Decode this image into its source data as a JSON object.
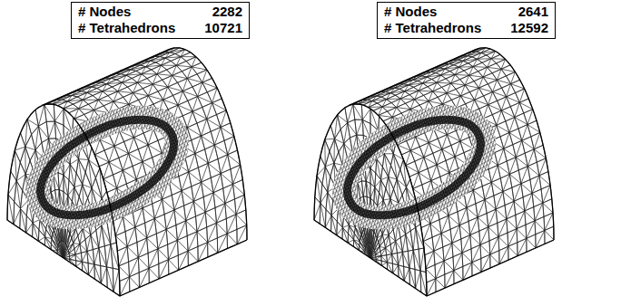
{
  "diagram": {
    "nodes": [
      {
        "text": [
          "# Nodes",
          "2282",
          "# Tetrahedrons",
          "10721"
        ]
      },
      {
        "text": [
          "# Nodes",
          "2641",
          "# Tetrahedrons",
          "12592"
        ]
      }
    ]
  }
}
